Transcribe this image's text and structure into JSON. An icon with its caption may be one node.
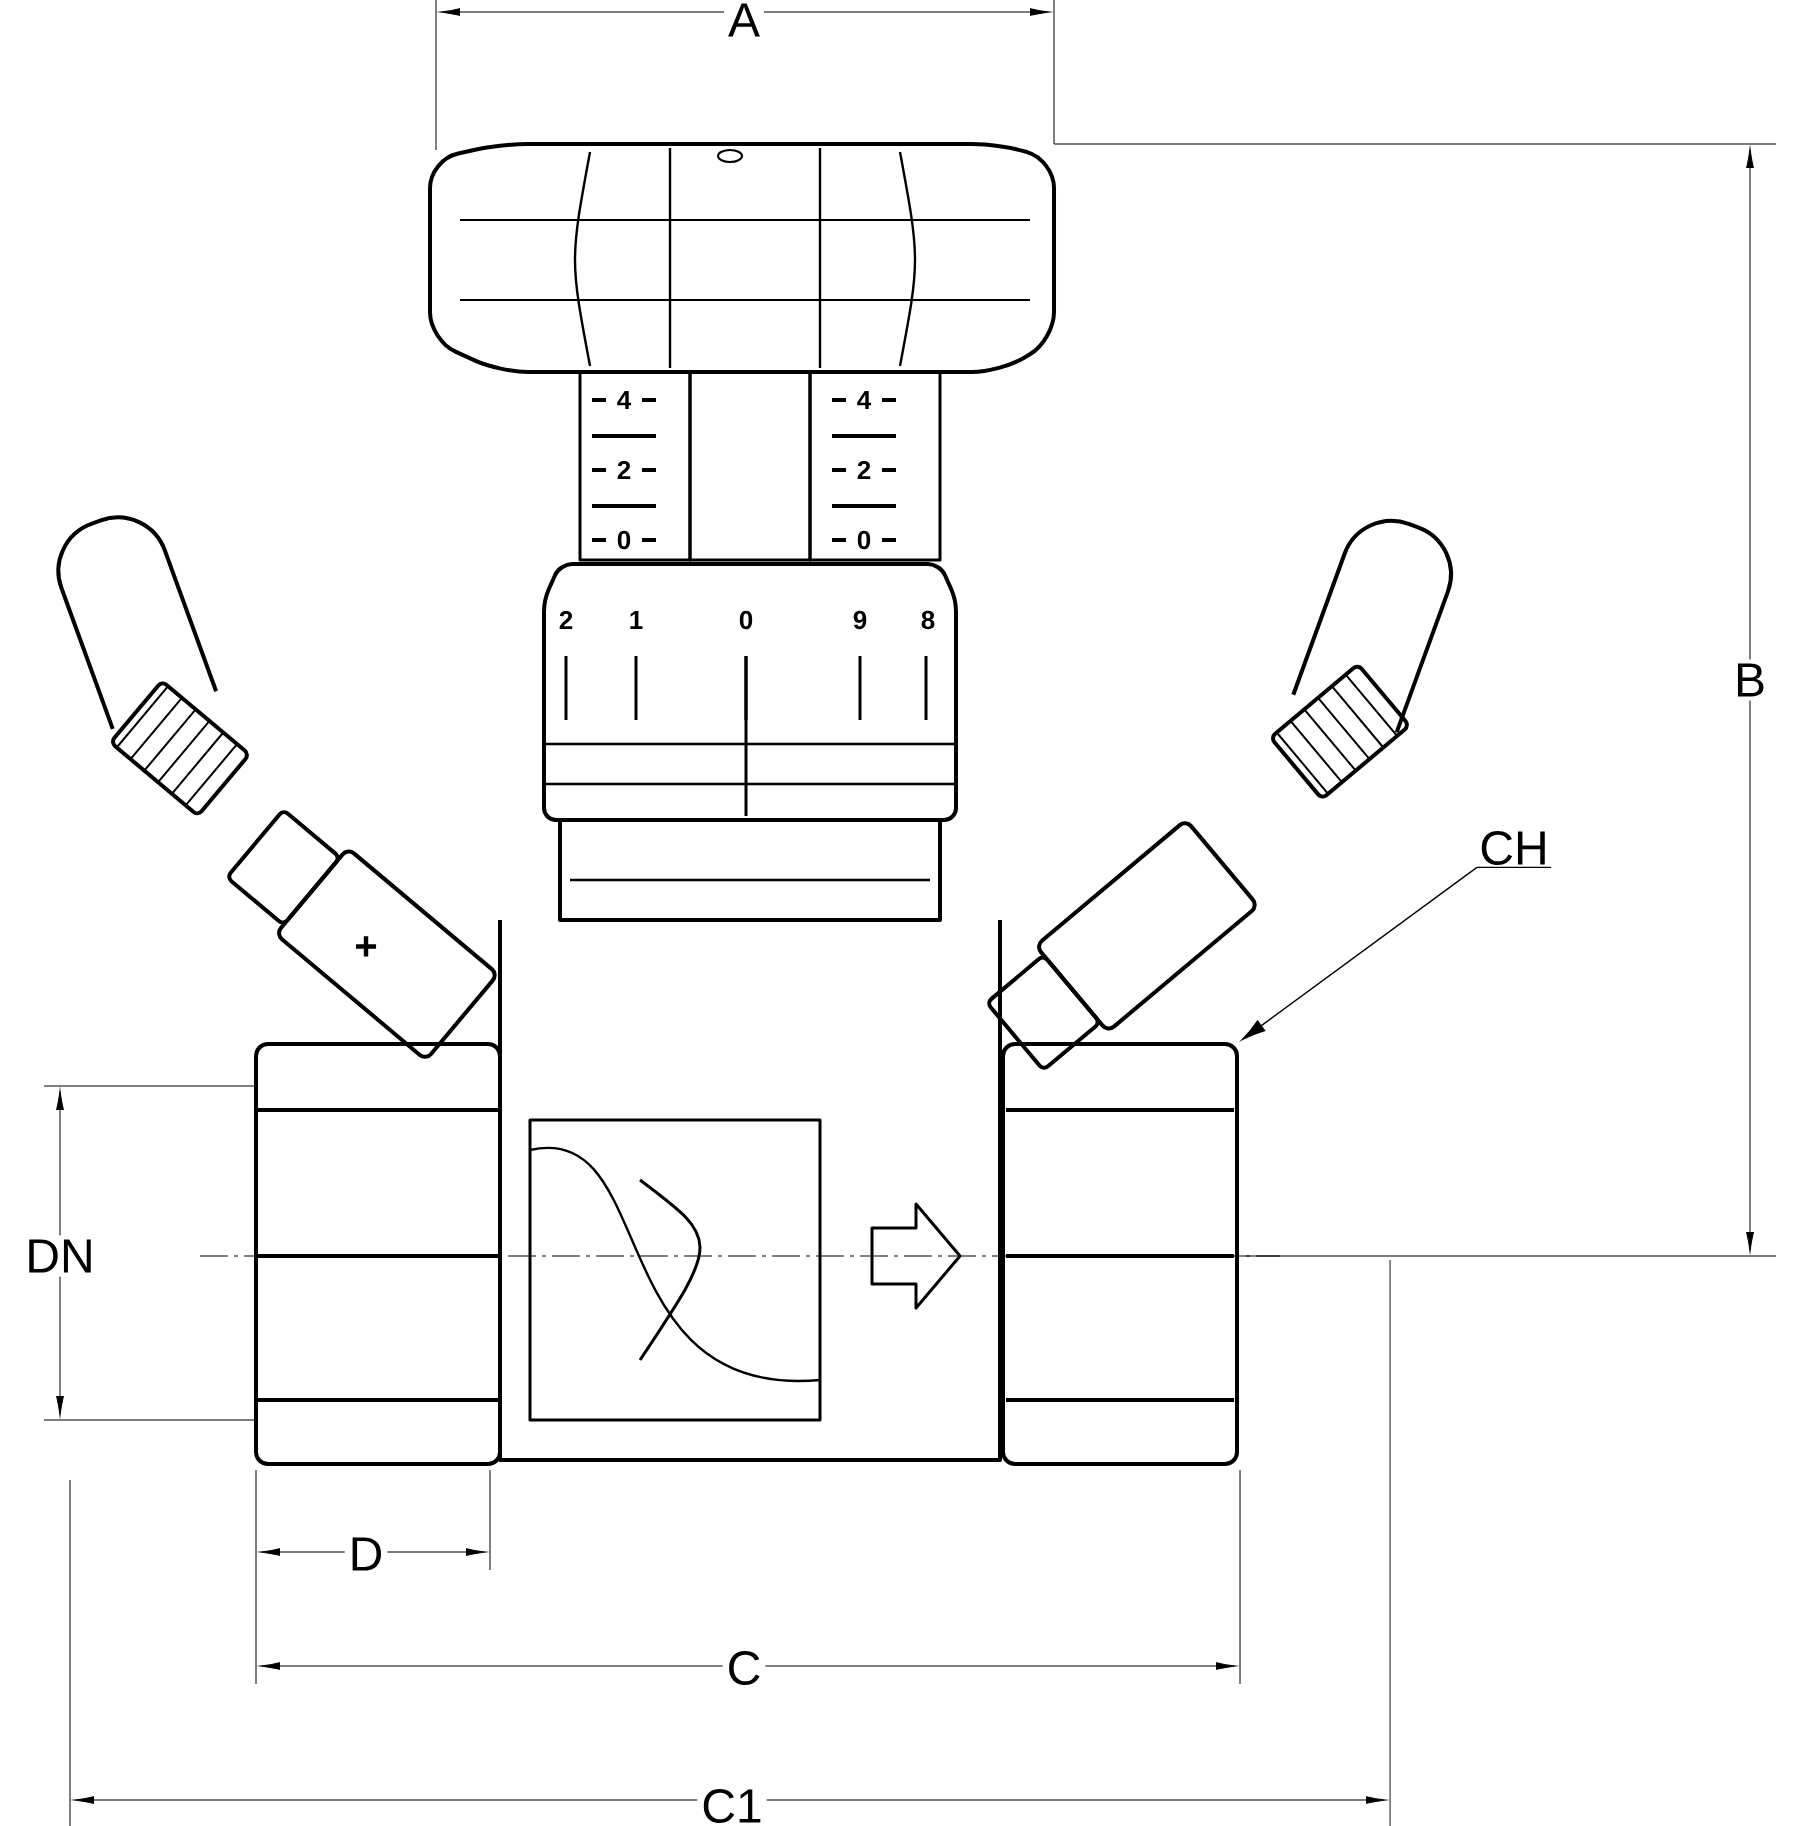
{
  "diagram": {
    "nodes": [
      {
        "text": [
          "CH"
        ]
      },
      {
        "text": [],
        "shape": "box"
      }
    ],
    "edges": [
      {
        "from": 0,
        "to": 1,
        "arrow": "to"
      }
    ],
    "labels": [
      "A",
      "4",
      "4",
      "2",
      "2",
      "0",
      "0",
      "2",
      "1",
      "0",
      "9",
      "8",
      "B",
      "+",
      "DN",
      "D",
      "C",
      "C1"
    ]
  }
}
